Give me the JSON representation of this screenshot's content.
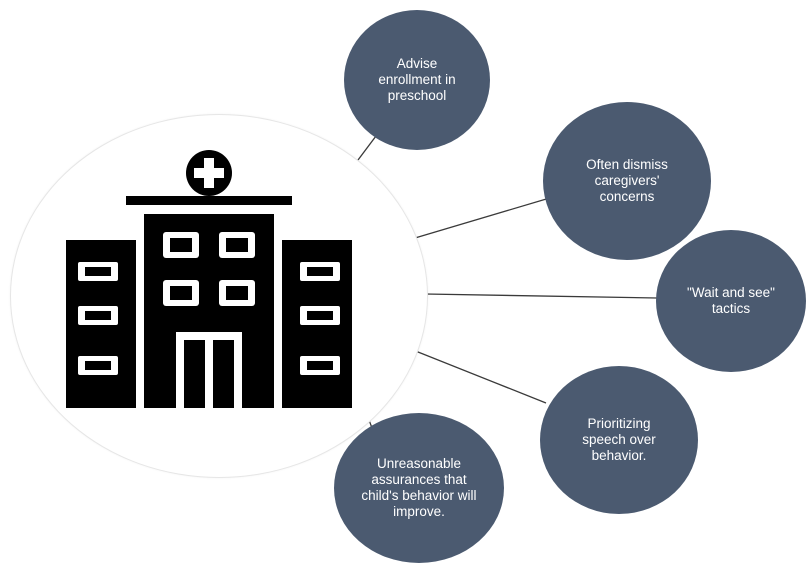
{
  "colors": {
    "bubble_fill": "#4b5a70",
    "bubble_text": "#ffffff",
    "icon_fill": "#000000",
    "connector": "#3a3a3a",
    "hub_fill": "#ffffff"
  },
  "hub": {
    "icon": "hospital-building-icon"
  },
  "bubbles": [
    {
      "text": "Advise enrollment in preschool"
    },
    {
      "text": "Often dismiss caregivers' concerns"
    },
    {
      "text": "\"Wait and see\" tactics"
    },
    {
      "text": "Prioritizing speech over behavior."
    },
    {
      "text": "Unreasonable assurances that child's behavior will improve."
    }
  ]
}
